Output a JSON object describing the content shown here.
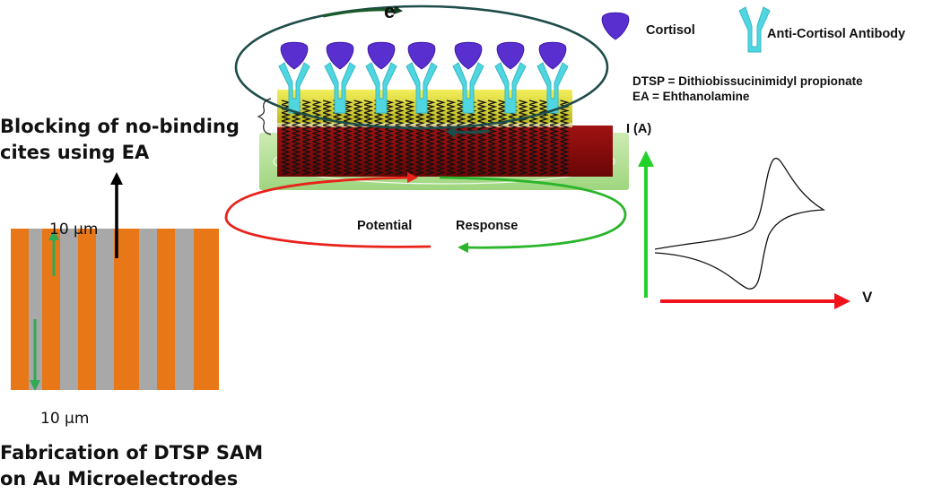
{
  "legend": {
    "cortisol": "Cortisol",
    "antibody": "Anti-Cortisol Antibody",
    "dtsp_def": "DTSP  = Dithiobissucinimidyl propionate",
    "ea_def": "EA = Ehthanolamine"
  },
  "electron_label": "e",
  "electron_sup": "-",
  "cycle": {
    "potential": "Potential",
    "response": "Response"
  },
  "blocking": {
    "line1": "Blocking of no-binding",
    "line2": "cites using EA"
  },
  "fabrication": {
    "line1": "Fabrication of DTSP SAM",
    "line2": "on Au Microelectrodes"
  },
  "electrode": {
    "gap_label": "10 µm",
    "width_label": "10 µm"
  },
  "cv_plot": {
    "ylabel": "I (A)",
    "xlabel": "V"
  },
  "colors": {
    "cortisol": "#5a2fd0",
    "antibody": "#4fd6e0",
    "gold_layer": "#e0dc3a",
    "base": "#8a0d0d",
    "substrate": "#a9dc8a",
    "electrode_orange": "#e87717",
    "electrode_gray": "#a8a8a8",
    "potential_arrow": "#e8221a",
    "response_arrow": "#2bb52b",
    "electron_loop": "#1a4a3a"
  }
}
